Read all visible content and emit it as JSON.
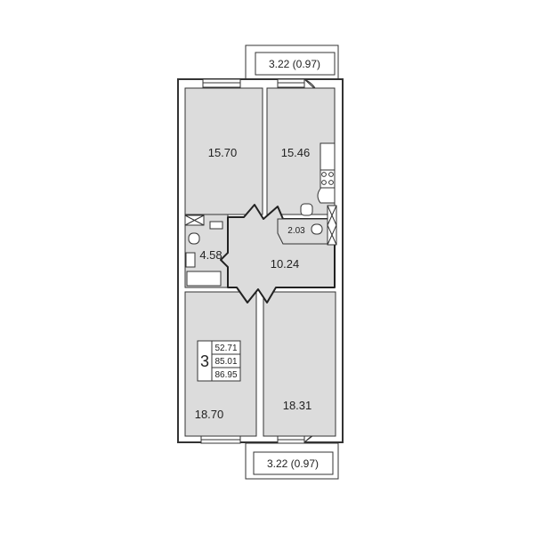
{
  "balconies": {
    "top": "3.22 (0.97)",
    "bottom": "3.22 (0.97)"
  },
  "rooms": {
    "bedroom_top_left": "15.70",
    "kitchen": "15.46",
    "wc": "2.03",
    "bathroom": "4.58",
    "hall": "10.24",
    "bedroom_bottom_left": "18.70",
    "bedroom_bottom_right": "18.31"
  },
  "summary": {
    "room_count": "3",
    "living_area": "52.71",
    "total_area": "85.01",
    "total_with_balcony": "86.95"
  }
}
